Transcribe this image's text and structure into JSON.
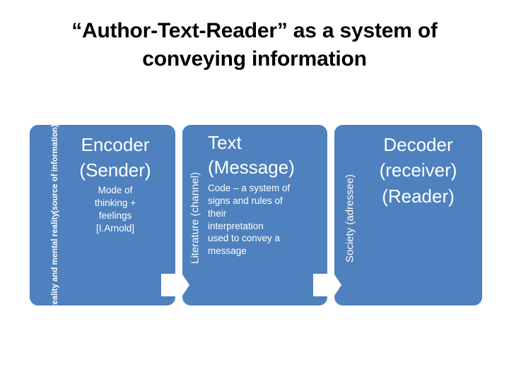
{
  "slide": {
    "title_lines": [
      "“Author-Text-Reader” as a system of",
      "conveying information"
    ],
    "background_color": "#ffffff",
    "title_color": "#000000",
    "accent_color": "#4e81bd",
    "box_text_color": "#ffffff"
  },
  "diagram": {
    "type": "process-flow",
    "stages": [
      {
        "id": "encoder",
        "side_label_lines": [
          "Reality and mental reality",
          "(source of information)"
        ],
        "headline_lines": [
          "Encoder",
          "(Sender)"
        ],
        "detail_lines": [
          "Mode of",
          "thinking +",
          "feelings",
          "[I.Arnold]"
        ]
      },
      {
        "id": "text",
        "side_label_lines": [
          "Literature (channel)"
        ],
        "headline_lines": [
          "Text",
          "(Message)"
        ],
        "detail_lines": [
          "Code – a system of",
          "signs and rules of",
          "their",
          "interpretation",
          "used to convey a",
          "message"
        ]
      },
      {
        "id": "decoder",
        "side_label_lines": [
          "Society (adressee)"
        ],
        "headline_lines": [
          "Decoder",
          "(receiver)",
          "(Reader)"
        ],
        "detail_lines": []
      }
    ],
    "arrows": [
      {
        "id": "arrow-encoder-to-text",
        "direction": "right"
      },
      {
        "id": "arrow-text-to-decoder",
        "direction": "right"
      }
    ]
  }
}
